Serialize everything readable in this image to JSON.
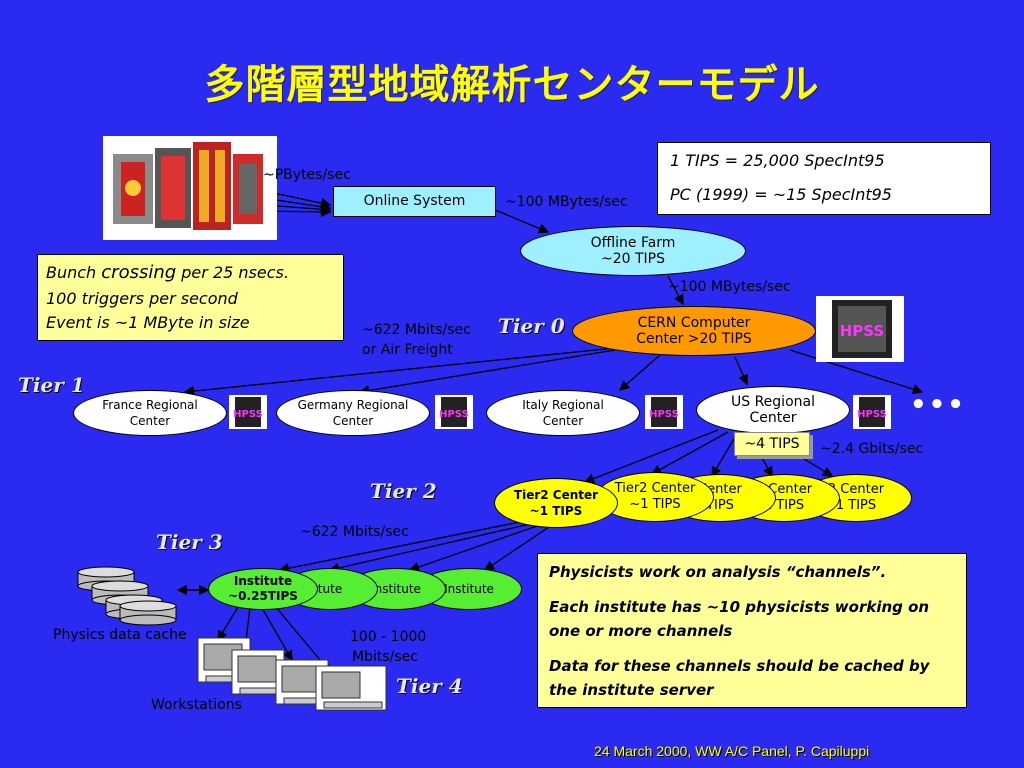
{
  "title": "多階層型地域解析センターモデル",
  "tips_box": {
    "line1": "1 TIPS = 25,000 SpecInt95",
    "line2": "PC (1999) = ~15 SpecInt95"
  },
  "bunch_box": {
    "line1a": "Bunch ",
    "line1b": "crossing",
    "line1c": " per 25 nsecs.",
    "line2": "100 triggers per second",
    "line3": "Event is ~1 MByte in size"
  },
  "physicists_box": {
    "p1": "Physicists work on analysis “channels”.",
    "p2": "Each institute has ~10 physicists working on one or more channels",
    "p3": "Data for these channels should be cached by the institute server"
  },
  "labels": {
    "pbytes": "~PBytes/sec",
    "online_system": "Online System",
    "mb100_a": "~100 MBytes/sec",
    "offline_farm_1": "Offline Farm",
    "offline_farm_2": "~20 TIPS",
    "mb100_b": "~100 MBytes/sec",
    "mbits622_1": "~622 Mbits/sec",
    "mbits622_2": "or Air Freight",
    "cern_1": "CERN Computer",
    "cern_2": "Center >20 TIPS",
    "france_1": "France Regional",
    "france_2": "Center",
    "germany_1": "Germany Regional",
    "germany_2": "Center",
    "italy_1": "Italy Regional",
    "italy_2": "Center",
    "us_1": "US Regional",
    "us_2": "Center",
    "tips4": "~4 TIPS",
    "gbits": "~2.4 Gbits/sec",
    "tier2_main_1": "Tier2  Center",
    "tier2_main_2": "~1 TIPS",
    "tier2_b_1": "Tier2 Center",
    "tier2_b_2": "~1 TIPS",
    "tier2_c_1": "Center",
    "tier2_c_2": "TIPS",
    "tier2_d_1": "2 Center",
    "tier2_d_2": "1 TIPS",
    "tier2_e_1": "2 Center",
    "tier2_e_2": "1 TIPS",
    "mbits622_b": "~622 Mbits/sec",
    "inst_main_1": "Institute",
    "inst_main_2": "~0.25TIPS",
    "inst_b": "tute",
    "inst_c": "Institute",
    "inst_d": "Institute",
    "physics_cache": "Physics data cache",
    "mbits_1000_1": "100 - 1000",
    "mbits_1000_2": "Mbits/sec",
    "workstations": "Workstations",
    "ellipsis": "•••",
    "hpss": "HPSS",
    "footer": "24 March 2000, WW A/C Panel, P. Capiluppi"
  },
  "tiers": {
    "t0": "Tier 0",
    "t1": "Tier 1",
    "t2": "Tier 2",
    "t3": "Tier 3",
    "t4": "Tier 4"
  }
}
